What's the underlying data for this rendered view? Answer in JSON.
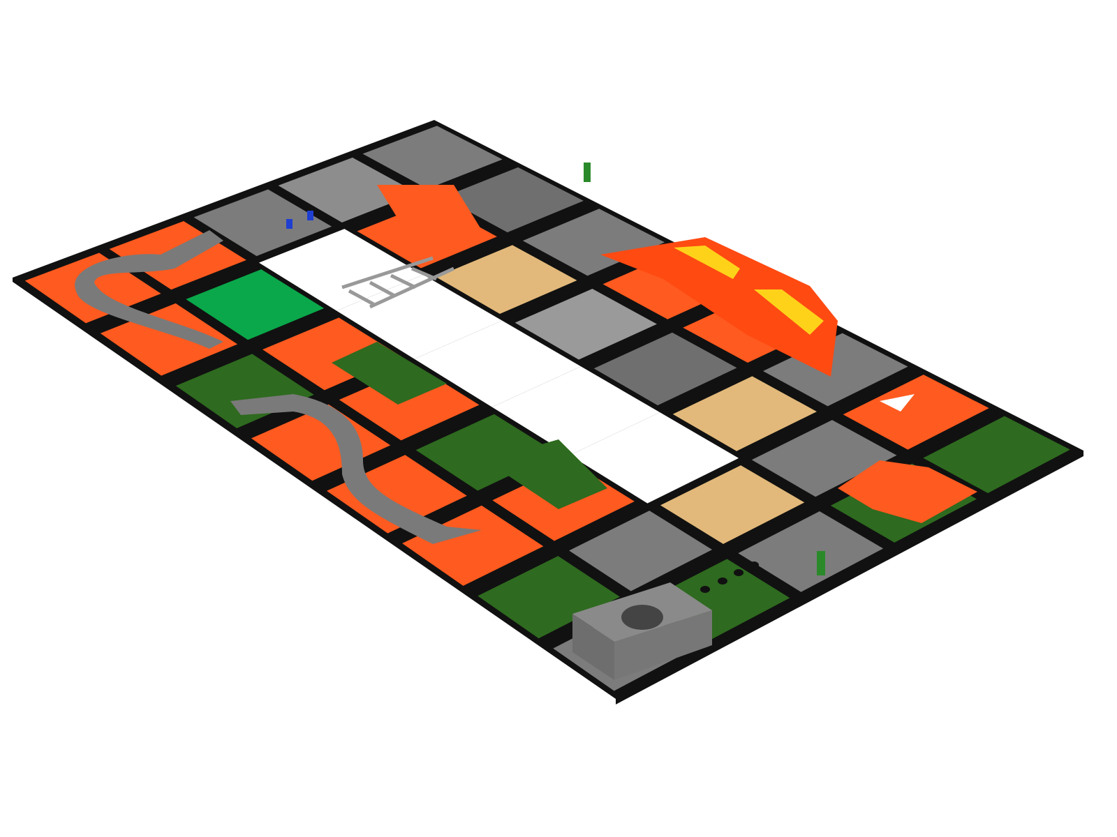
{
  "scene": {
    "description_label": "",
    "colors": {
      "board_frame": "#111111",
      "orange": "#ff5a1f",
      "grass": "#2e6a1f",
      "gray": "#7c7c7c",
      "sand": "#e2b97a",
      "gravel": "#9a9a9a",
      "mesh": "#8d8d8d",
      "cows_green": "#0aa84a",
      "scatter": "#6f6f6f",
      "yellow": "#ffd21a"
    },
    "grid": {
      "rows": [
        [
          "orange",
          "orange",
          "grass",
          "orange",
          "orange",
          "orange",
          "grass",
          "gray"
        ],
        [
          "orange",
          "cows_green",
          "orange",
          "orange",
          "grass",
          "orange",
          "gray",
          "grass"
        ],
        [
          "gray",
          "hole",
          "hole",
          "hole",
          "hole",
          "hole",
          "sand",
          "gray"
        ],
        [
          "mesh",
          "orange",
          "sand",
          "gravel",
          "scatter",
          "sand",
          "gray",
          "grass"
        ],
        [
          "gray",
          "scatter",
          "gray",
          "orange",
          "orange",
          "gray",
          "orange",
          "grass"
        ]
      ]
    }
  }
}
